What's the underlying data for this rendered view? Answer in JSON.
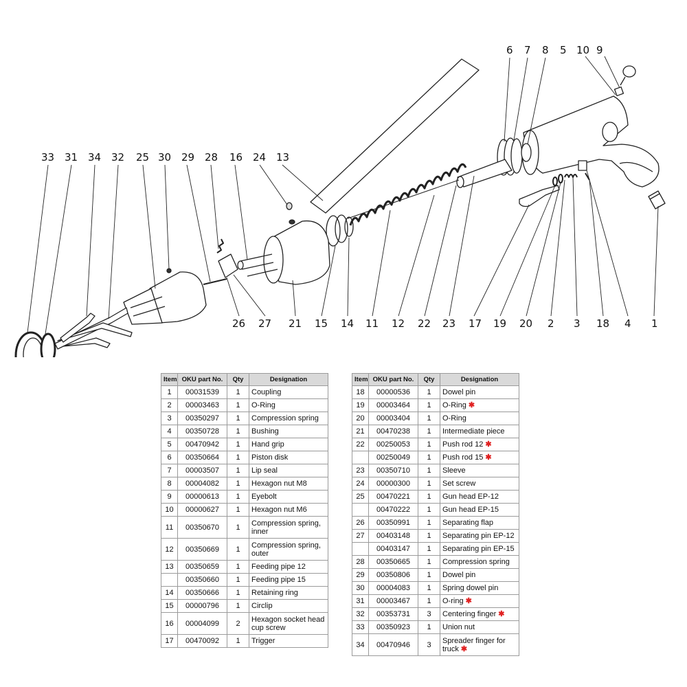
{
  "diagram": {
    "callouts": [
      "33",
      "31",
      "34",
      "32",
      "25",
      "30",
      "29",
      "28",
      "16",
      "24",
      "13",
      "6",
      "7",
      "8",
      "5",
      "10",
      "9",
      "26",
      "27",
      "21",
      "15",
      "14",
      "11",
      "12",
      "22",
      "23",
      "17",
      "19",
      "20",
      "2",
      "3",
      "18",
      "4",
      "1"
    ]
  },
  "colors": {
    "asterisk": "#e02020",
    "header_bg": "#d9d9d9",
    "border": "#9a9a9a"
  },
  "table_left": {
    "headers": [
      "Item",
      "OKU part No.",
      "Qty",
      "Designation"
    ],
    "rows": [
      {
        "item": "1",
        "part": "00031539",
        "qty": "1",
        "name": "Coupling",
        "mark": ""
      },
      {
        "item": "2",
        "part": "00003463",
        "qty": "1",
        "name": "O-Ring",
        "mark": ""
      },
      {
        "item": "3",
        "part": "00350297",
        "qty": "1",
        "name": "Compression spring",
        "mark": ""
      },
      {
        "item": "4",
        "part": "00350728",
        "qty": "1",
        "name": "Bushing",
        "mark": ""
      },
      {
        "item": "5",
        "part": "00470942",
        "qty": "1",
        "name": "Hand grip",
        "mark": ""
      },
      {
        "item": "6",
        "part": "00350664",
        "qty": "1",
        "name": "Piston disk",
        "mark": ""
      },
      {
        "item": "7",
        "part": "00003507",
        "qty": "1",
        "name": "Lip seal",
        "mark": ""
      },
      {
        "item": "8",
        "part": "00004082",
        "qty": "1",
        "name": "Hexagon nut M8",
        "mark": ""
      },
      {
        "item": "9",
        "part": "00000613",
        "qty": "1",
        "name": "Eyebolt",
        "mark": ""
      },
      {
        "item": "10",
        "part": "00000627",
        "qty": "1",
        "name": "Hexagon nut M6",
        "mark": ""
      },
      {
        "item": "11",
        "part": "00350670",
        "qty": "1",
        "name": "Compression spring, inner",
        "mark": ""
      },
      {
        "item": "12",
        "part": "00350669",
        "qty": "1",
        "name": "Compression spring, outer",
        "mark": ""
      },
      {
        "item": "13",
        "part": "00350659",
        "qty": "1",
        "name": "Feeding pipe 12",
        "mark": ""
      },
      {
        "item": "",
        "part": "00350660",
        "qty": "1",
        "name": "Feeding pipe 15",
        "mark": ""
      },
      {
        "item": "14",
        "part": "00350666",
        "qty": "1",
        "name": "Retaining ring",
        "mark": ""
      },
      {
        "item": "15",
        "part": "00000796",
        "qty": "1",
        "name": "Circlip",
        "mark": ""
      },
      {
        "item": "16",
        "part": "00004099",
        "qty": "2",
        "name": "Hexagon socket head cup screw",
        "mark": ""
      },
      {
        "item": "17",
        "part": "00470092",
        "qty": "1",
        "name": "Trigger",
        "mark": ""
      }
    ]
  },
  "table_right": {
    "headers": [
      "Item",
      "OKU part No.",
      "Qty",
      "Designation"
    ],
    "rows": [
      {
        "item": "18",
        "part": "00000536",
        "qty": "1",
        "name": "Dowel pin",
        "mark": ""
      },
      {
        "item": "19",
        "part": "00003464",
        "qty": "1",
        "name": "O-Ring",
        "mark": "✱"
      },
      {
        "item": "20",
        "part": "00003404",
        "qty": "1",
        "name": "O-Ring",
        "mark": ""
      },
      {
        "item": "21",
        "part": "00470238",
        "qty": "1",
        "name": "Intermediate piece",
        "mark": ""
      },
      {
        "item": "22",
        "part": "00250053",
        "qty": "1",
        "name": "Push rod 12",
        "mark": "✱"
      },
      {
        "item": "",
        "part": "00250049",
        "qty": "1",
        "name": "Push rod 15",
        "mark": "✱"
      },
      {
        "item": "23",
        "part": "00350710",
        "qty": "1",
        "name": "Sleeve",
        "mark": ""
      },
      {
        "item": "24",
        "part": "00000300",
        "qty": "1",
        "name": "Set screw",
        "mark": ""
      },
      {
        "item": "25",
        "part": "00470221",
        "qty": "1",
        "name": "Gun head EP-12",
        "mark": ""
      },
      {
        "item": "",
        "part": "00470222",
        "qty": "1",
        "name": "Gun head EP-15",
        "mark": ""
      },
      {
        "item": "26",
        "part": "00350991",
        "qty": "1",
        "name": "Separating flap",
        "mark": ""
      },
      {
        "item": "27",
        "part": "00403148",
        "qty": "1",
        "name": "Separating pin EP-12",
        "mark": ""
      },
      {
        "item": "",
        "part": "00403147",
        "qty": "1",
        "name": "Separating pin EP-15",
        "mark": ""
      },
      {
        "item": "28",
        "part": "00350665",
        "qty": "1",
        "name": "Compression spring",
        "mark": ""
      },
      {
        "item": "29",
        "part": "00350806",
        "qty": "1",
        "name": "Dowel pin",
        "mark": ""
      },
      {
        "item": "30",
        "part": "00004083",
        "qty": "1",
        "name": "Spring dowel pin",
        "mark": ""
      },
      {
        "item": "31",
        "part": "00003467",
        "qty": "1",
        "name": "O-ring",
        "mark": "✱"
      },
      {
        "item": "32",
        "part": "00353731",
        "qty": "3",
        "name": "Centering finger",
        "mark": "✱"
      },
      {
        "item": "33",
        "part": "00350923",
        "qty": "1",
        "name": "Union nut",
        "mark": ""
      },
      {
        "item": "34",
        "part": "00470946",
        "qty": "3",
        "name": "Spreader finger for truck",
        "mark": "✱"
      }
    ]
  }
}
